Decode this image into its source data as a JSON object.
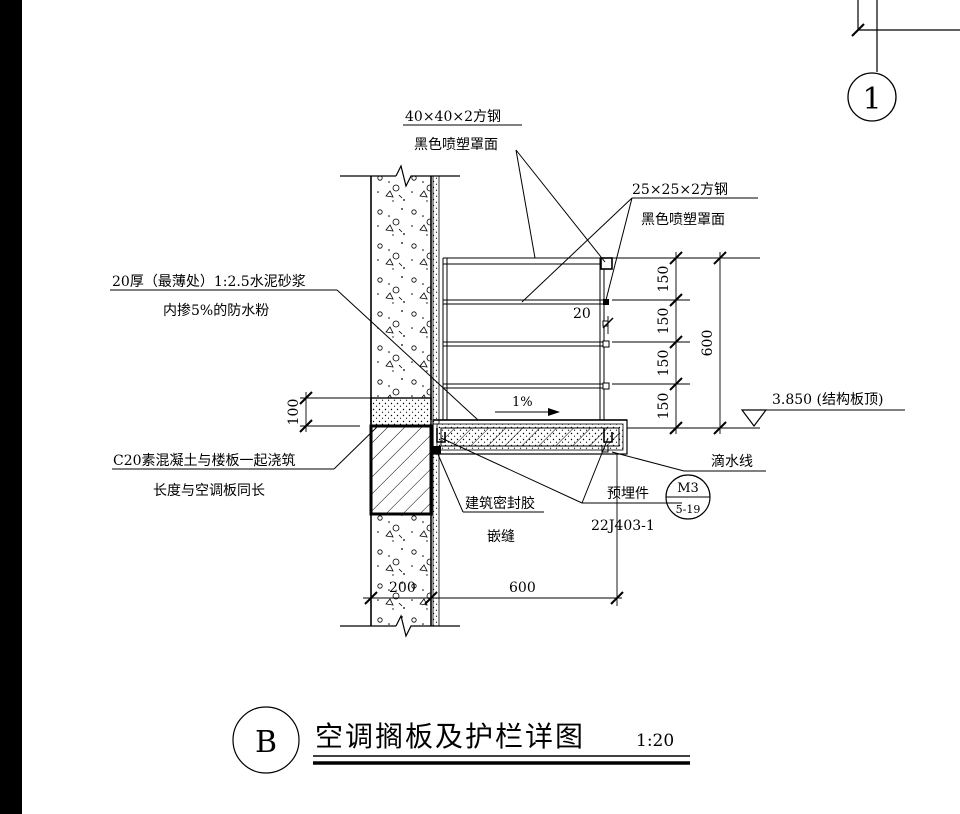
{
  "grid_axis": {
    "label": "1"
  },
  "labels": {
    "steel_40_line1": "40×40×2方钢",
    "steel_40_line2": "黑色喷塑罩面",
    "steel_25_line1": "25×25×2方钢",
    "steel_25_line2": "黑色喷塑罩面",
    "mortar_line1": "20厚（最薄处）1:2.5水泥砂浆",
    "mortar_line2": "内掺5%的防水粉",
    "concrete_line1": "C20素混凝土与楼板一起浇筑",
    "concrete_line2": "长度与空调板同长",
    "sealant_line1": "建筑密封胶",
    "sealant_line2": "嵌缝",
    "embedded_part": "预埋件",
    "drip_line": "滴水线",
    "elevation": "3.850 (结构板顶)",
    "slope": "1%",
    "ref_top": "M3",
    "ref_bottom": "5-19",
    "atlas": "22J403-1"
  },
  "dimensions": {
    "rail_gap_1": "150",
    "rail_gap_2": "150",
    "rail_gap_3": "150",
    "rail_gap_4": "150",
    "rail_total": "600",
    "rail_offset": "20",
    "curb_height": "100",
    "wall_thickness": "200",
    "slab_length": "600"
  },
  "title_block": {
    "detail_mark": "B",
    "title": "空调搁板及护栏详图",
    "scale": "1:20"
  },
  "colors": {
    "ink": "#000000",
    "paper": "#ffffff"
  }
}
